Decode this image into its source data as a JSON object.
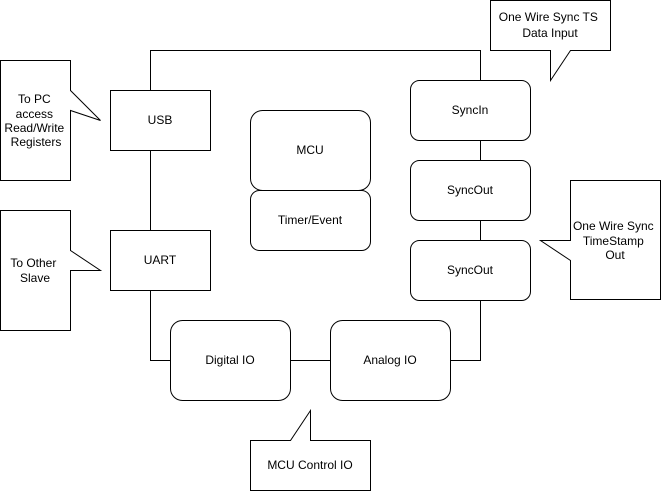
{
  "colors": {
    "stroke": "#000000",
    "fill": "#ffffff",
    "text": "#000000"
  },
  "nodes": {
    "usb": "USB",
    "uart": "UART",
    "mcu": "MCU",
    "timer_event": "Timer/Event",
    "sync_in": "SyncIn",
    "sync_out_1": "SyncOut",
    "sync_out_2": "SyncOut",
    "digital_io": "Digital IO",
    "analog_io": "Analog IO"
  },
  "callouts": {
    "pc_access": [
      "To PC",
      "access",
      "Read/Write",
      "Registers"
    ],
    "other_slave": [
      "To Other",
      "Slave"
    ],
    "sync_ts_input": [
      "One Wire Sync TS",
      "Data Input"
    ],
    "sync_ts_out": [
      "One Wire Sync",
      "TimeStamp",
      "Out"
    ],
    "mcu_control_io": [
      "MCU Control IO"
    ]
  }
}
